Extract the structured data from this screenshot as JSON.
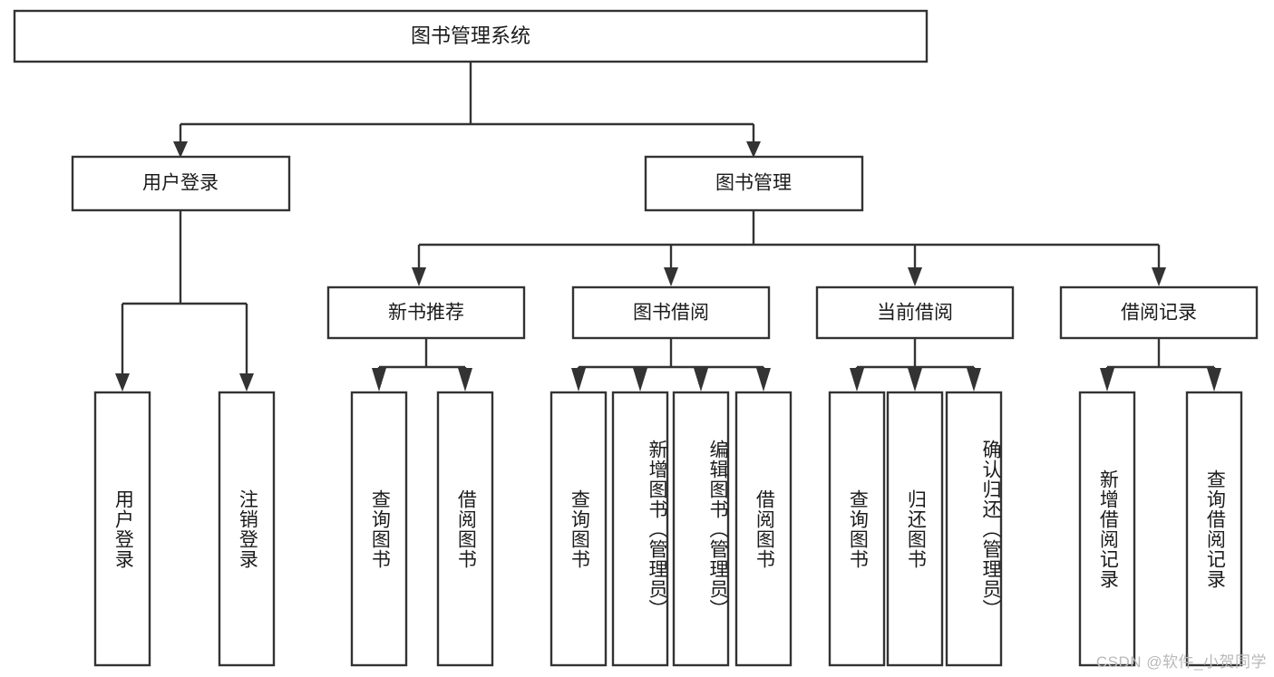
{
  "diagram": {
    "title": "图书管理系统",
    "type": "hierarchy-tree",
    "orientation": "top-down",
    "levels": 4,
    "colors": {
      "box_fill": "#ffffff",
      "box_stroke": "#333333",
      "text": "#1b1b1b",
      "background": "#ffffff",
      "watermark": "#b9b9b9"
    }
  },
  "root": {
    "label": "图书管理系统"
  },
  "level2": [
    {
      "label": "用户登录"
    },
    {
      "label": "图书管理"
    }
  ],
  "level3": [
    {
      "label": "新书推荐"
    },
    {
      "label": "图书借阅"
    },
    {
      "label": "当前借阅"
    },
    {
      "label": "借阅记录"
    }
  ],
  "groups": [
    {
      "parent": "用户登录",
      "leaves": [
        {
          "label": "用户登录"
        },
        {
          "label": "注销登录"
        }
      ]
    },
    {
      "parent": "新书推荐",
      "leaves": [
        {
          "label": "查询图书"
        },
        {
          "label": "借阅图书"
        }
      ]
    },
    {
      "parent": "图书借阅",
      "leaves": [
        {
          "label": "查询图书"
        },
        {
          "label": "新增图书（管理员）"
        },
        {
          "label": "编辑图书（管理员）"
        },
        {
          "label": "借阅图书"
        }
      ]
    },
    {
      "parent": "当前借阅",
      "leaves": [
        {
          "label": "查询图书"
        },
        {
          "label": "归还图书"
        },
        {
          "label": "确认归还（管理员）"
        }
      ]
    },
    {
      "parent": "借阅记录",
      "leaves": [
        {
          "label": "新增借阅记录"
        },
        {
          "label": "查询借阅记录"
        }
      ]
    }
  ],
  "watermark": {
    "text": "CSDN @软件_小贺同学"
  }
}
